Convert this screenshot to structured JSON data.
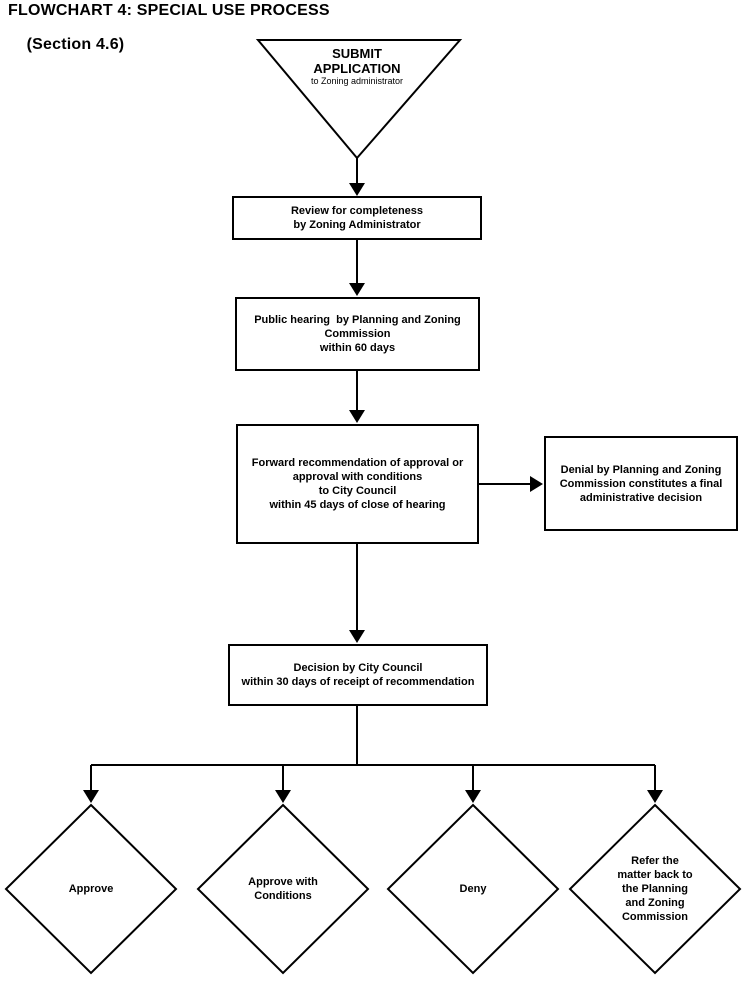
{
  "title": {
    "line1": "FLOWCHART 4: SPECIAL USE PROCESS",
    "line2": "(Section 4.6)"
  },
  "colors": {
    "line": "#000000",
    "text": "#000000",
    "background": "#ffffff",
    "node_fill": "#ffffff"
  },
  "nodes": {
    "submit_application": {
      "shape": "inverted-triangle",
      "label": "SUBMIT\nAPPLICATION",
      "sublabel": "to Zoning administrator"
    },
    "review_completeness": {
      "shape": "rectangle",
      "label": "Review for completeness\nby Zoning Administrator"
    },
    "public_hearing": {
      "shape": "rectangle",
      "label": "Public hearing  by Planning and Zoning\nCommission\nwithin 60 days"
    },
    "forward_recommendation": {
      "shape": "rectangle",
      "label": "Forward recommendation of approval or\napproval with conditions\nto City Council\nwithin 45 days of close of hearing"
    },
    "denial_note": {
      "shape": "rectangle",
      "label": "Denial by Planning and Zoning\nCommission constitutes a final\nadministrative decision"
    },
    "city_council_decision": {
      "shape": "rectangle",
      "label": "Decision by City Council\nwithin 30 days of receipt of recommendation"
    },
    "approve": {
      "shape": "diamond",
      "label": "Approve"
    },
    "approve_with_conditions": {
      "shape": "diamond",
      "label": "Approve with\nConditions"
    },
    "deny": {
      "shape": "diamond",
      "label": "Deny"
    },
    "refer_back": {
      "shape": "diamond",
      "label": "Refer the\nmatter back to\nthe Planning\nand Zoning\nCommission"
    }
  }
}
